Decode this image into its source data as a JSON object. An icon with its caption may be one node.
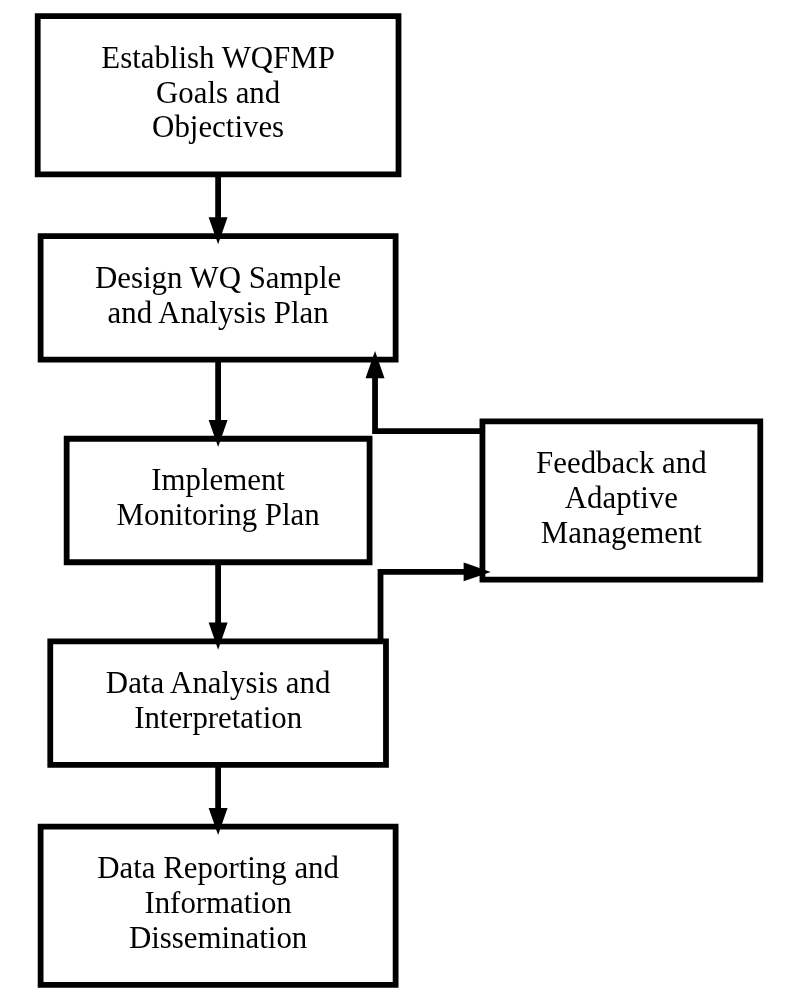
{
  "diagram": {
    "nodes": [
      {
        "text": [
          "Establish WQFMP Goals and Objectives"
        ]
      },
      {
        "text": [
          "Design WQ Sample and Analysis Plan"
        ]
      },
      {
        "text": [
          "Implement Monitoring Plan"
        ]
      },
      {
        "text": [
          "Data Analysis and Interpretation"
        ]
      },
      {
        "text": [
          "Data Reporting and Information Dissemination"
        ]
      },
      {
        "text": [
          "Feedback and Adaptive Management"
        ]
      }
    ],
    "edges": [
      {
        "from": 0,
        "to": 1,
        "arrow": "to"
      },
      {
        "from": 1,
        "to": 2,
        "arrow": "to"
      },
      {
        "from": 2,
        "to": 3,
        "arrow": "to"
      },
      {
        "from": 3,
        "to": 4,
        "arrow": "to"
      },
      {
        "from": 3,
        "to": 5,
        "arrow": "to"
      },
      {
        "from": 5,
        "to": 1,
        "arrow": "to"
      }
    ]
  }
}
